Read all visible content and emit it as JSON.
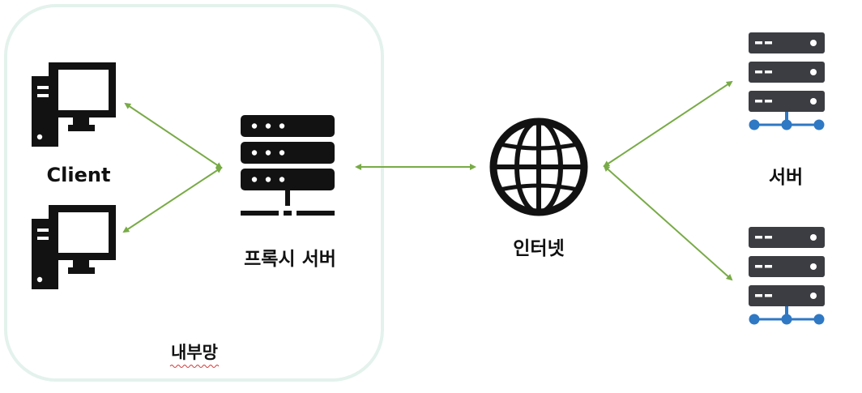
{
  "labels": {
    "client": "Client",
    "proxy": "프록시 서버",
    "internet": "인터넷",
    "server": "서버",
    "internal_network": "내부망"
  },
  "icons": {
    "client_computer": "desktop-computer-icon",
    "proxy_server": "server-rack-icon",
    "internet": "globe-icon",
    "server": "networked-server-icon"
  },
  "colors": {
    "arrow": "#78ab46",
    "network_box_border": "#e3f2ec",
    "server_network_dots": "#2f78c4",
    "icon_dark": "#121212",
    "server_gray": "#3b3d42"
  }
}
